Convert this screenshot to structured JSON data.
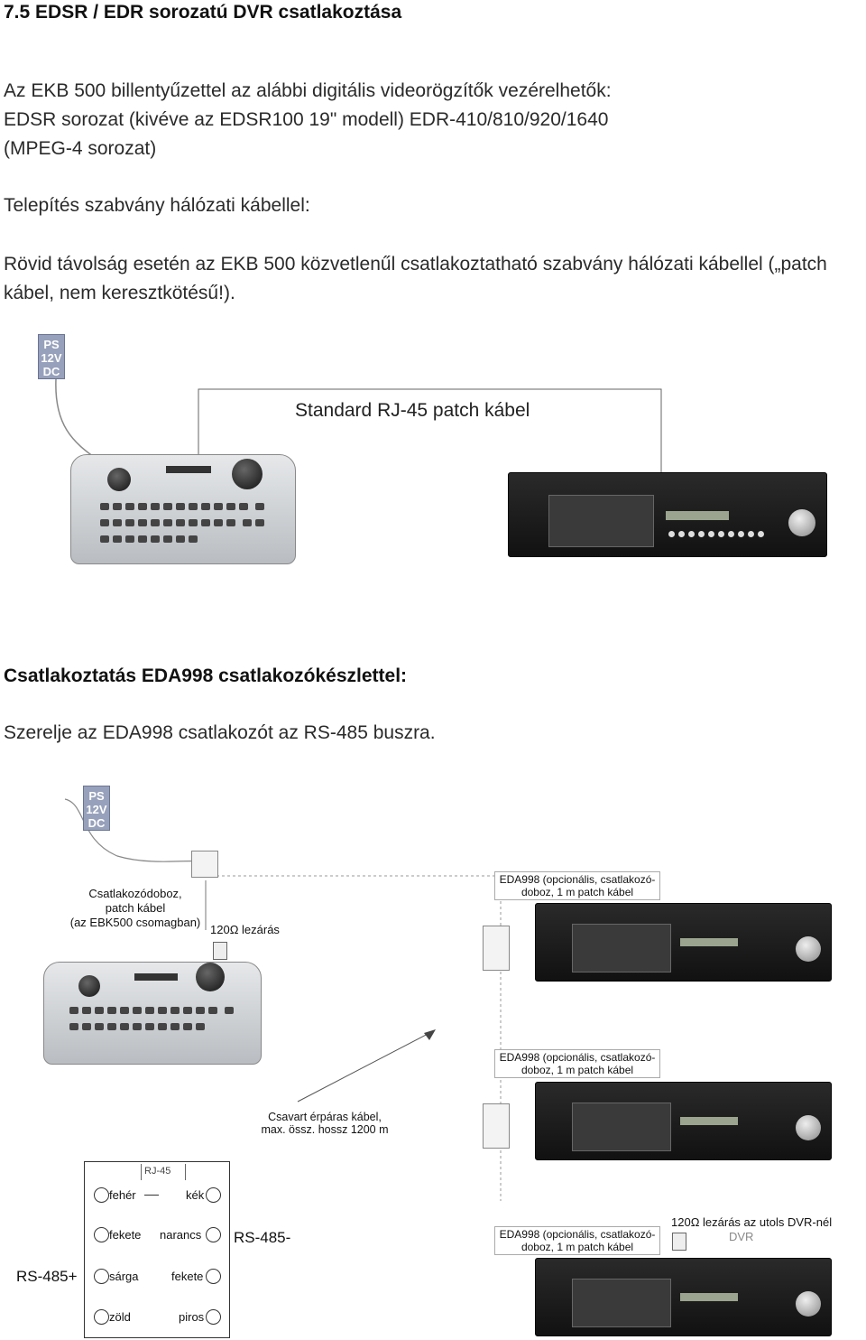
{
  "heading": "7.5 EDSR / EDR sorozatú DVR csatlakoztása",
  "intro": {
    "line1": "Az EKB 500 billentyűzettel az alábbi digitális videorögzítők vezérelhetők:",
    "line2": "EDSR sorozat (kivéve az EDSR100 19\" modell) EDR-410/810/920/1640",
    "line3": "(MPEG-4 sorozat)"
  },
  "section1": {
    "title_bold": "Telepítés szabvány hálózati kábellel",
    "title_colon": ":",
    "text_line1": "Rövid távolság esetén az EKB 500 közvetlenűl csatlakoztatható szabvány hálózati kábellel („patch",
    "text_line2": "kábel, nem keresztkötésű!).",
    "diagram": {
      "ps_label": [
        "PS",
        "12V",
        "DC"
      ],
      "cable_label": "Standard RJ-45 patch kábel"
    }
  },
  "section2": {
    "title": "Csatlakoztatás EDA998 csatlakozókészlettel:",
    "text": "Szerelje az EDA998 csatlakozót az RS-485 buszra.",
    "diagram": {
      "ps_label": [
        "PS",
        "12V",
        "DC"
      ],
      "junction_label": [
        "Csatlakozódoboz,",
        "patch kábel",
        "(az EBK500 csomagban)"
      ],
      "termination_label": "120Ω lezárás",
      "eda_label": [
        "EDA998 (opcionális, csatlakozó-",
        "doboz, 1 m patch kábel"
      ],
      "twisted_label": [
        "Csavart érpáras kábel,",
        "max. össz. hossz 1200 m"
      ],
      "last_termination_label": "120Ω lezárás az utols DVR-nél",
      "dvr_text": "DVR",
      "rj45_title": "RJ-45",
      "pins": {
        "white": "fehér",
        "blue": "kék",
        "black1": "fekete",
        "orange": "narancs",
        "yellow": "sárga",
        "black2": "fekete",
        "green": "zöld",
        "red": "piros"
      },
      "rs485_minus": "RS-485-",
      "rs485_plus": "RS-485+"
    }
  }
}
